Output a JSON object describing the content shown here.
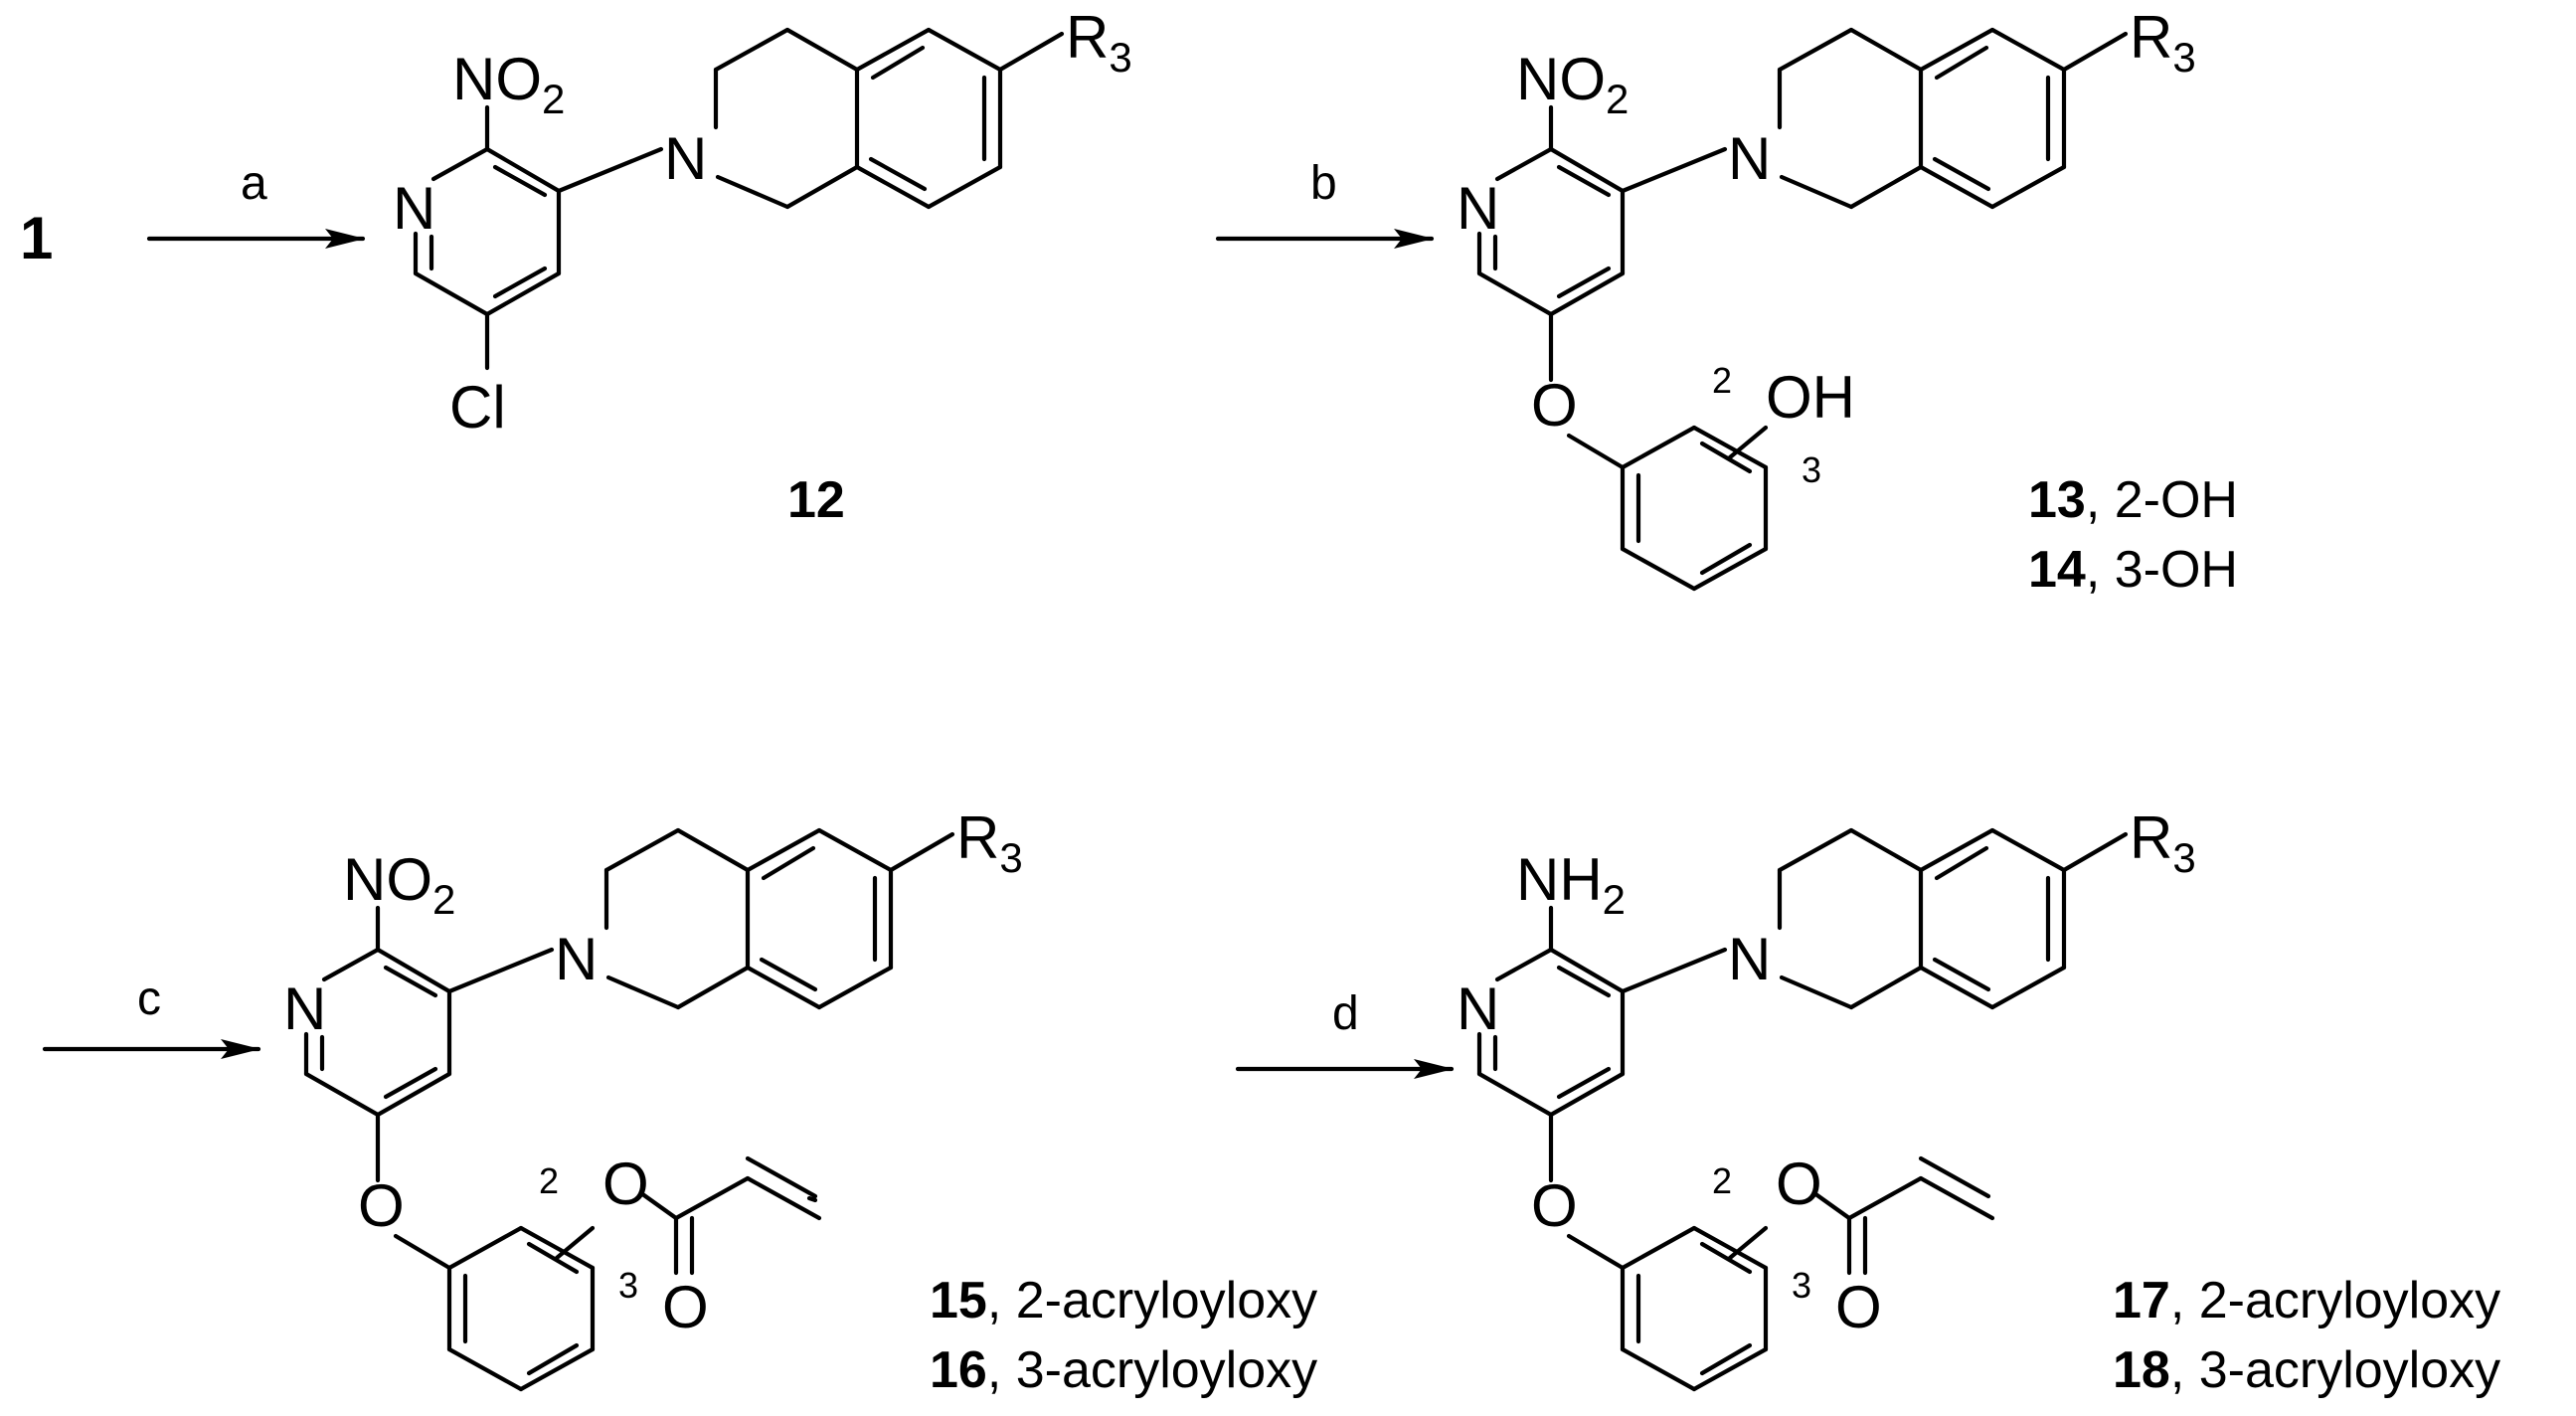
{
  "start_compound": "1",
  "steps": {
    "a": "a",
    "b": "b",
    "c": "c",
    "d": "d"
  },
  "atoms": {
    "nitro": "NO",
    "nitro_sub": "2",
    "amine": "NH",
    "amine_sub": "2",
    "pyridine_n": "N",
    "ring_n": "N",
    "r_group": "R",
    "r_group_sub": "3",
    "chloro": "Cl",
    "oxygen": "O",
    "hydroxyl": "OH",
    "carbonyl_o": "O"
  },
  "positions": {
    "p2": "2",
    "p3": "3"
  },
  "compounds": {
    "c12": {
      "id": "12",
      "desc": ""
    },
    "c13": {
      "id": "13",
      "desc": ", 2-OH"
    },
    "c14": {
      "id": "14",
      "desc": ", 3-OH"
    },
    "c15": {
      "id": "15",
      "desc": ", 2-acryloyloxy"
    },
    "c16": {
      "id": "16",
      "desc": ", 3-acryloyloxy"
    },
    "c17": {
      "id": "17",
      "desc": ", 2-acryloyloxy"
    },
    "c18": {
      "id": "18",
      "desc": ", 3-acryloyloxy"
    }
  }
}
